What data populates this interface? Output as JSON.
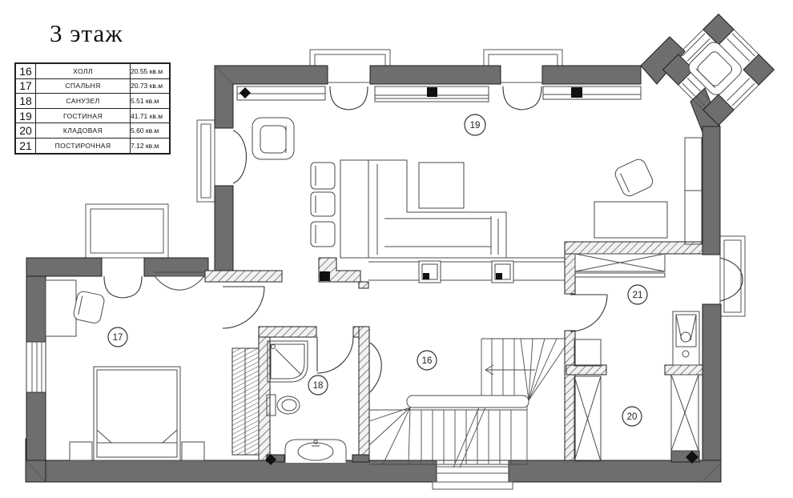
{
  "title": "3 этаж",
  "legend": {
    "rows": [
      {
        "number": "16",
        "name": "ХОЛЛ",
        "area": "20.55 кв.м"
      },
      {
        "number": "17",
        "name": "СПАЛЬНЯ",
        "area": "20.73 кв.м"
      },
      {
        "number": "18",
        "name": "САНУЗЕЛ",
        "area": "5.51 кв.м"
      },
      {
        "number": "19",
        "name": "ГОСТИНАЯ",
        "area": "41.71 кв.м"
      },
      {
        "number": "20",
        "name": "КЛАДОВАЯ",
        "area": "5.60 кв.м"
      },
      {
        "number": "21",
        "name": "ПОСТИРОЧНАЯ",
        "area": "7.12 кв.м"
      }
    ]
  },
  "colors": {
    "wall": "#6e6e6e",
    "line": "#3d3d3d",
    "marker": "#111111",
    "background": "#ffffff"
  }
}
